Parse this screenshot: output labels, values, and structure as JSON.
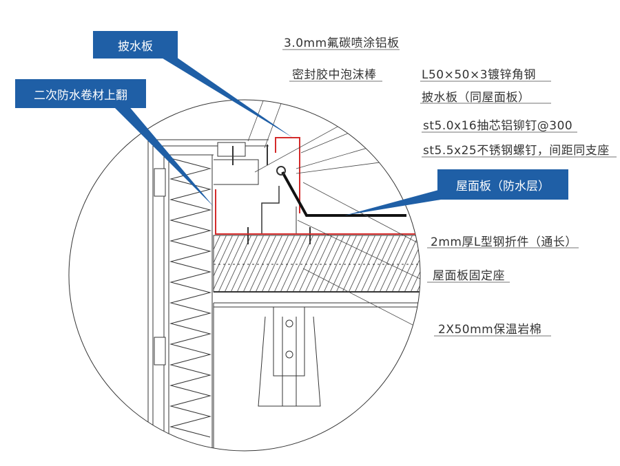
{
  "callouts": {
    "flashing": "披水板",
    "secondary_waterproof": "二次防水卷材上翻",
    "roof_panel": "屋面板（防水层）"
  },
  "labels": {
    "aluminum_panel": "3.0mm氟碳喷涂铝板",
    "sealant": "密封胶中泡沫棒",
    "angle_steel": "L50×50×3镀锌角钢",
    "flashing_same": "披水板（同屋面板）",
    "rivet": "st5.0x16抽芯铝铆钉@300",
    "screw": "st5.5x25不锈钢螺钉，间距同支座",
    "l_steel": "2mm厚L型钢折件（通长）",
    "panel_seat": "屋面板固定座",
    "rock_wool": "2X50mm保温岩棉"
  },
  "colors": {
    "callout_blue": "#1f5fa6",
    "membrane_red": "#d42a2a",
    "line": "#333333"
  }
}
